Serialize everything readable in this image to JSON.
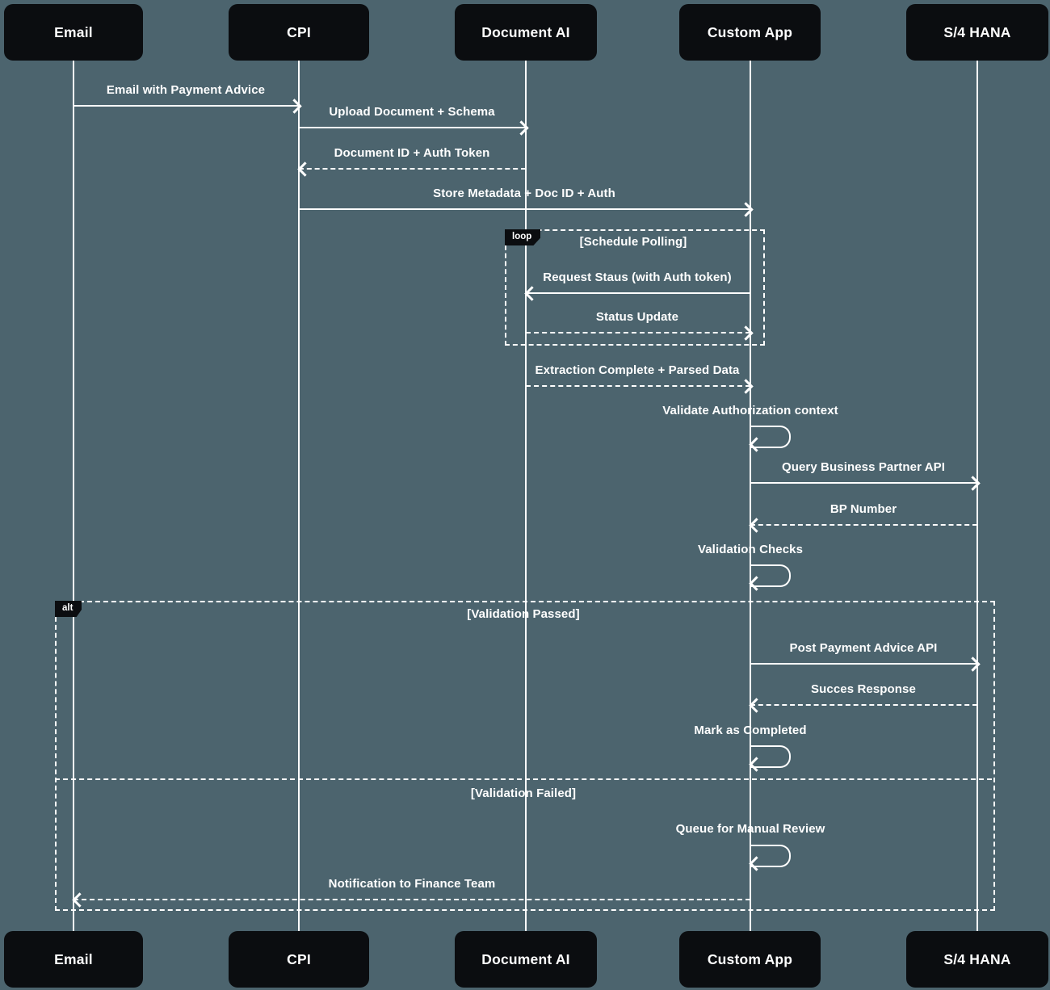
{
  "theme": {
    "background_color": "#4c646e",
    "actor_fill_color": "#0b0d10",
    "line_color": "#ffffff",
    "text_color": "#ffffff"
  },
  "diagram_type": "sequence-diagram",
  "actors": [
    {
      "name": "Email"
    },
    {
      "name": "CPI"
    },
    {
      "name": "Document AI"
    },
    {
      "name": "Custom App"
    },
    {
      "name": "S/4 HANA"
    }
  ],
  "frames": {
    "loop": {
      "label": "loop",
      "condition": "[Schedule Polling]"
    },
    "alt": {
      "label": "alt",
      "condition_passed": "[Validation Passed]",
      "condition_failed": "[Validation Failed]"
    }
  },
  "messages": [
    {
      "label": "Email with Payment Advice",
      "from": "Email",
      "to": "CPI",
      "style": "solid"
    },
    {
      "label": "Upload Document + Schema",
      "from": "CPI",
      "to": "Document AI",
      "style": "solid"
    },
    {
      "label": "Document ID + Auth Token",
      "from": "Document AI",
      "to": "CPI",
      "style": "dashed"
    },
    {
      "label": "Store Metadata + Doc ID + Auth",
      "from": "CPI",
      "to": "Custom App",
      "style": "solid"
    },
    {
      "label": "Request Staus (with Auth token)",
      "from": "Custom App",
      "to": "Document AI",
      "style": "solid"
    },
    {
      "label": "Status Update",
      "from": "Document AI",
      "to": "Custom App",
      "style": "dashed"
    },
    {
      "label": "Extraction Complete + Parsed Data",
      "from": "Document AI",
      "to": "Custom App",
      "style": "dashed"
    },
    {
      "label": "Validate Authorization context",
      "from": "Custom App",
      "to": "Custom App",
      "style": "self"
    },
    {
      "label": "Query Business Partner API",
      "from": "Custom App",
      "to": "S/4 HANA",
      "style": "solid"
    },
    {
      "label": "BP Number",
      "from": "S/4 HANA",
      "to": "Custom App",
      "style": "dashed"
    },
    {
      "label": "Validation Checks",
      "from": "Custom App",
      "to": "Custom App",
      "style": "self"
    },
    {
      "label": "Post Payment Advice API",
      "from": "Custom App",
      "to": "S/4 HANA",
      "style": "solid"
    },
    {
      "label": "Succes Response",
      "from": "S/4 HANA",
      "to": "Custom App",
      "style": "dashed"
    },
    {
      "label": "Mark as Completed",
      "from": "Custom App",
      "to": "Custom App",
      "style": "self"
    },
    {
      "label": "Queue for Manual Review",
      "from": "Custom App",
      "to": "Custom App",
      "style": "self"
    },
    {
      "label": "Notification to Finance Team",
      "from": "Custom App",
      "to": "Email",
      "style": "dashed"
    }
  ]
}
